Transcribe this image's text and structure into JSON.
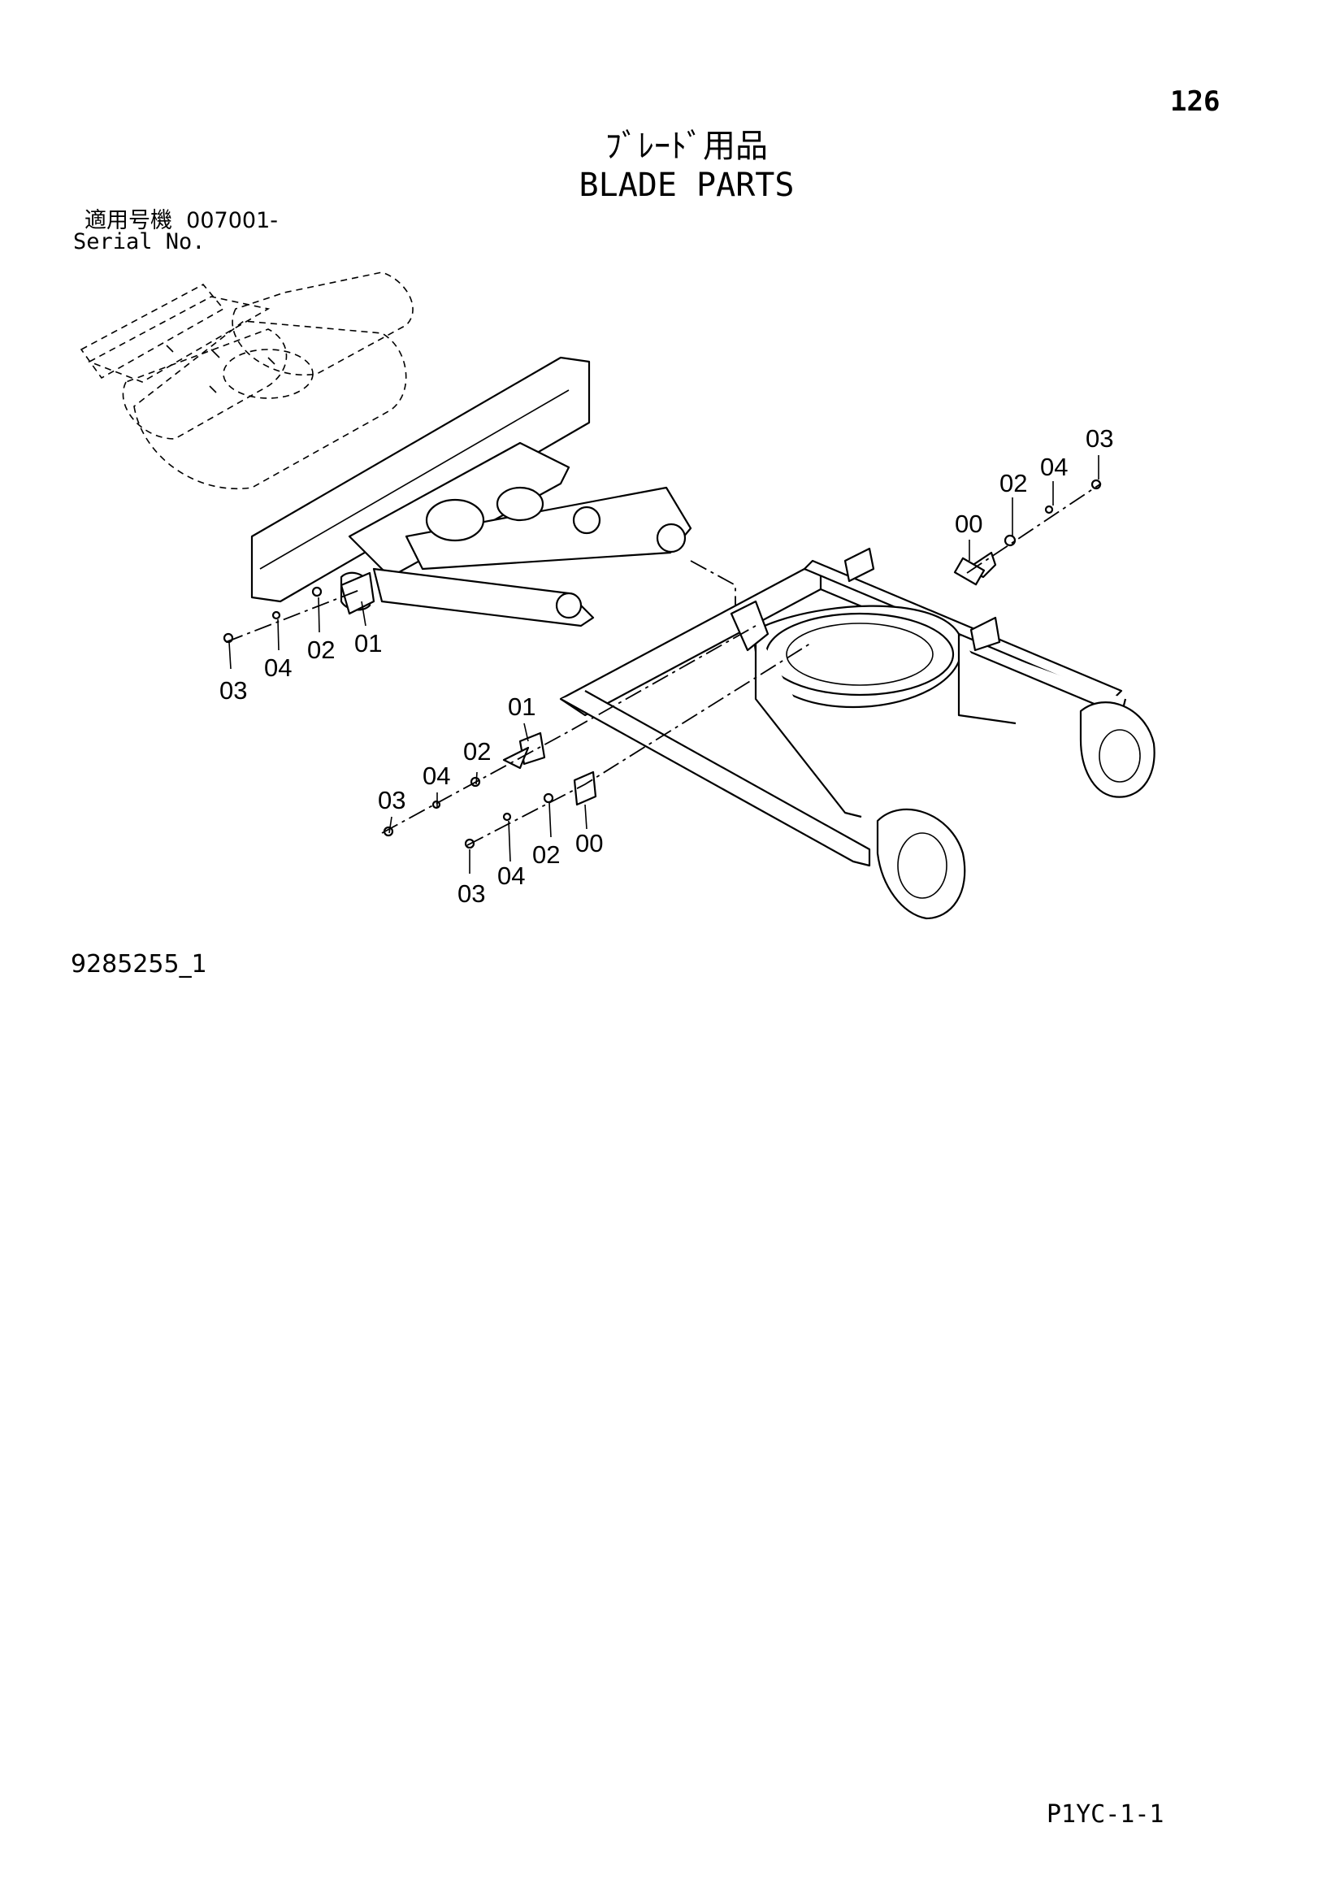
{
  "header": {
    "page_number": "126",
    "title_jp": "ﾌﾞﾚｰﾄﾞ用品",
    "title_en": "BLADE PARTS"
  },
  "applicability": {
    "label_jp": "適用号機",
    "serial_from": "007001-",
    "label_en": "Serial No."
  },
  "diagram": {
    "callouts": {
      "c00a": "00",
      "c02a": "02",
      "c04a": "04",
      "c03a": "03",
      "c01b": "01",
      "c02b": "02",
      "c04b": "04",
      "c03b": "03",
      "c01c": "01",
      "c02c": "02",
      "c04c": "04",
      "c03c": "03",
      "c03d": "03",
      "c04d": "04",
      "c02d": "02",
      "c00d": "00"
    }
  },
  "footer": {
    "drawing_number": "9285255_1",
    "sheet_reference": "P1YC-1-1"
  }
}
